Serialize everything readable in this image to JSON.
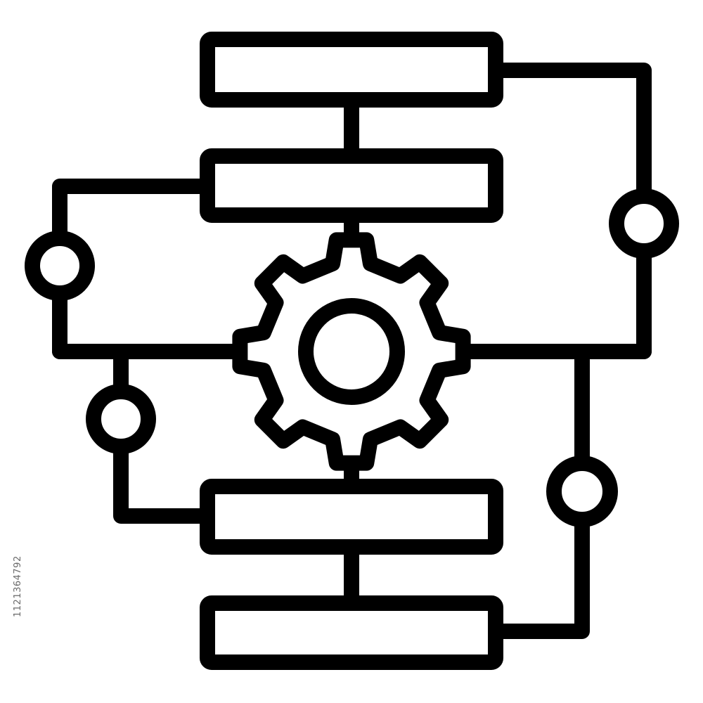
{
  "colors": {
    "background": "#ffffff",
    "stroke": "#000000",
    "fill": "#ffffff",
    "watermark_text": "#6a6a6a"
  },
  "icon": {
    "name": "workflow-process-gear-icon",
    "process_blocks": 4,
    "connector_nodes": 4
  },
  "watermark": {
    "side_text": "1121364792"
  }
}
